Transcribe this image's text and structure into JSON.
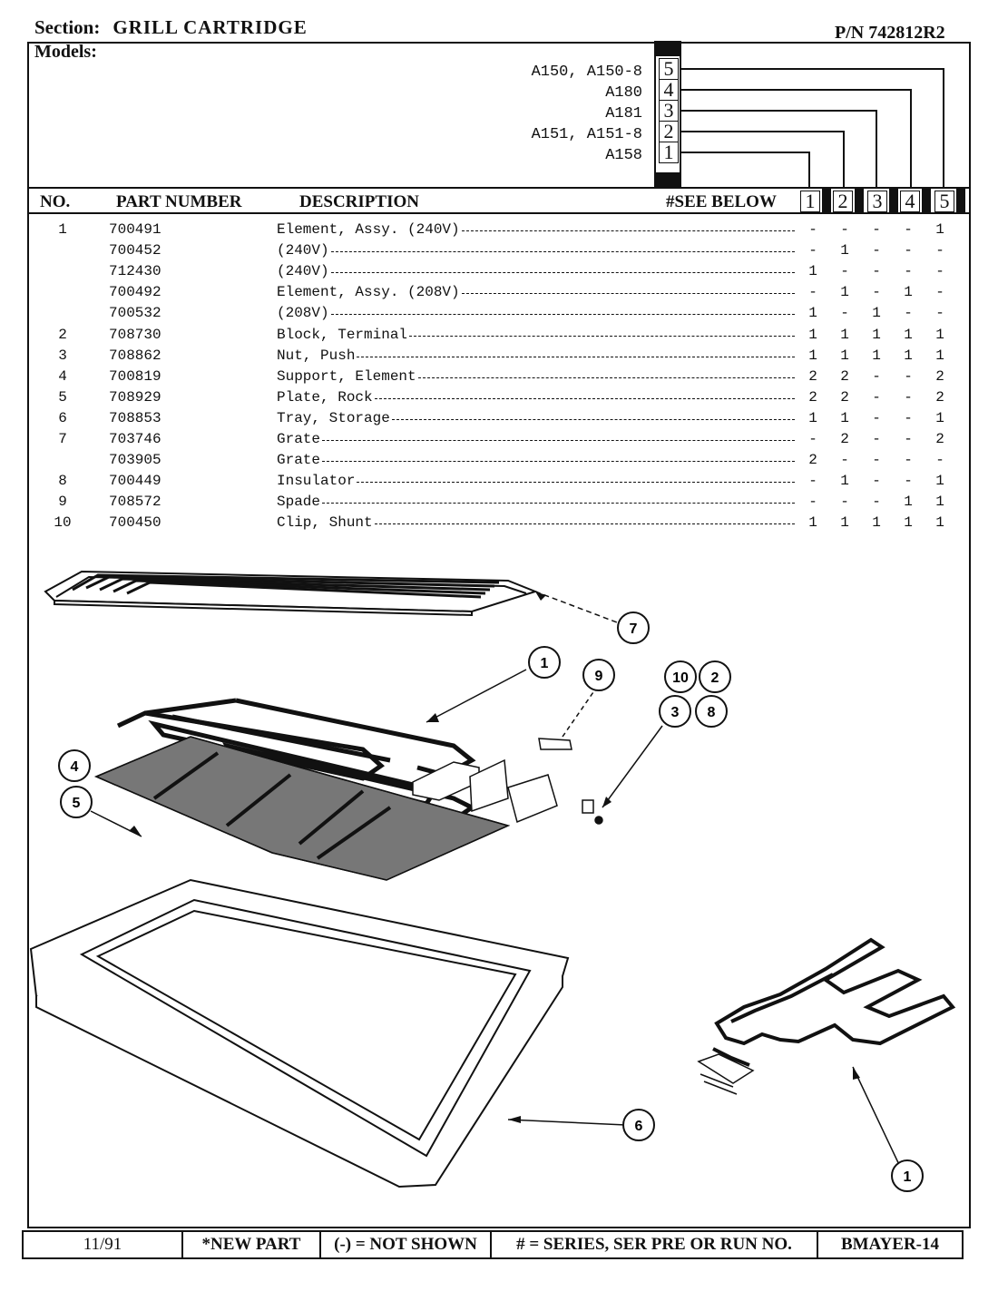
{
  "header": {
    "section_label": "Section:",
    "section_value": "GRILL CARTRIDGE",
    "part_number": "P/N 742812R2",
    "models_label": "Models:"
  },
  "models": [
    {
      "name": "A150, A150-8",
      "num": "5"
    },
    {
      "name": "A180",
      "num": "4"
    },
    {
      "name": "A181",
      "num": "3"
    },
    {
      "name": "A151, A151-8",
      "num": "2"
    },
    {
      "name": "A158",
      "num": "1"
    }
  ],
  "columns": {
    "no": "NO.",
    "part_number": "PART NUMBER",
    "description": "DESCRIPTION",
    "see_below": "#SEE BELOW",
    "nums": [
      "1",
      "2",
      "3",
      "4",
      "5"
    ]
  },
  "rows": [
    {
      "no": "1",
      "part": "700491",
      "desc": "Element, Assy. (240V)",
      "q": [
        "-",
        "-",
        "-",
        "-",
        "1"
      ]
    },
    {
      "no": "",
      "part": "700452",
      "desc": "(240V)",
      "q": [
        "-",
        "1",
        "-",
        "-",
        "-"
      ]
    },
    {
      "no": "",
      "part": "712430",
      "desc": "(240V)",
      "q": [
        "1",
        "-",
        "-",
        "-",
        "-"
      ]
    },
    {
      "no": "",
      "part": "700492",
      "desc": "Element, Assy. (208V)",
      "q": [
        "-",
        "1",
        "-",
        "1",
        "-"
      ]
    },
    {
      "no": "",
      "part": "700532",
      "desc": "(208V)",
      "q": [
        "1",
        "-",
        "1",
        "-",
        "-"
      ]
    },
    {
      "no": "2",
      "part": "708730",
      "desc": "Block, Terminal",
      "q": [
        "1",
        "1",
        "1",
        "1",
        "1"
      ]
    },
    {
      "no": "3",
      "part": "708862",
      "desc": "Nut, Push",
      "q": [
        "1",
        "1",
        "1",
        "1",
        "1"
      ]
    },
    {
      "no": "4",
      "part": "700819",
      "desc": "Support, Element",
      "q": [
        "2",
        "2",
        "-",
        "-",
        "2"
      ]
    },
    {
      "no": "5",
      "part": "708929",
      "desc": "Plate, Rock",
      "q": [
        "2",
        "2",
        "-",
        "-",
        "2"
      ]
    },
    {
      "no": "6",
      "part": "708853",
      "desc": "Tray, Storage",
      "q": [
        "1",
        "1",
        "-",
        "-",
        "1"
      ]
    },
    {
      "no": "7",
      "part": "703746",
      "desc": "Grate",
      "q": [
        "-",
        "2",
        "-",
        "-",
        "2"
      ]
    },
    {
      "no": "",
      "part": "703905",
      "desc": "Grate",
      "q": [
        "2",
        "-",
        "-",
        "-",
        "-"
      ]
    },
    {
      "no": "8",
      "part": "700449",
      "desc": "Insulator",
      "q": [
        "-",
        "1",
        "-",
        "-",
        "1"
      ]
    },
    {
      "no": "9",
      "part": "708572",
      "desc": "Spade",
      "q": [
        "-",
        "-",
        "-",
        "1",
        "1"
      ]
    },
    {
      "no": "10",
      "part": "700450",
      "desc": "Clip, Shunt",
      "q": [
        "1",
        "1",
        "1",
        "1",
        "1"
      ]
    }
  ],
  "callouts": [
    "7",
    "1",
    "9",
    "10",
    "2",
    "3",
    "8",
    "4",
    "5",
    "6",
    "1"
  ],
  "footer": {
    "date": "11/91",
    "new_part": "*NEW PART",
    "not_shown": "(-) = NOT SHOWN",
    "series": "# = SERIES, SER PRE OR RUN NO.",
    "code": "BMAYER-14"
  }
}
